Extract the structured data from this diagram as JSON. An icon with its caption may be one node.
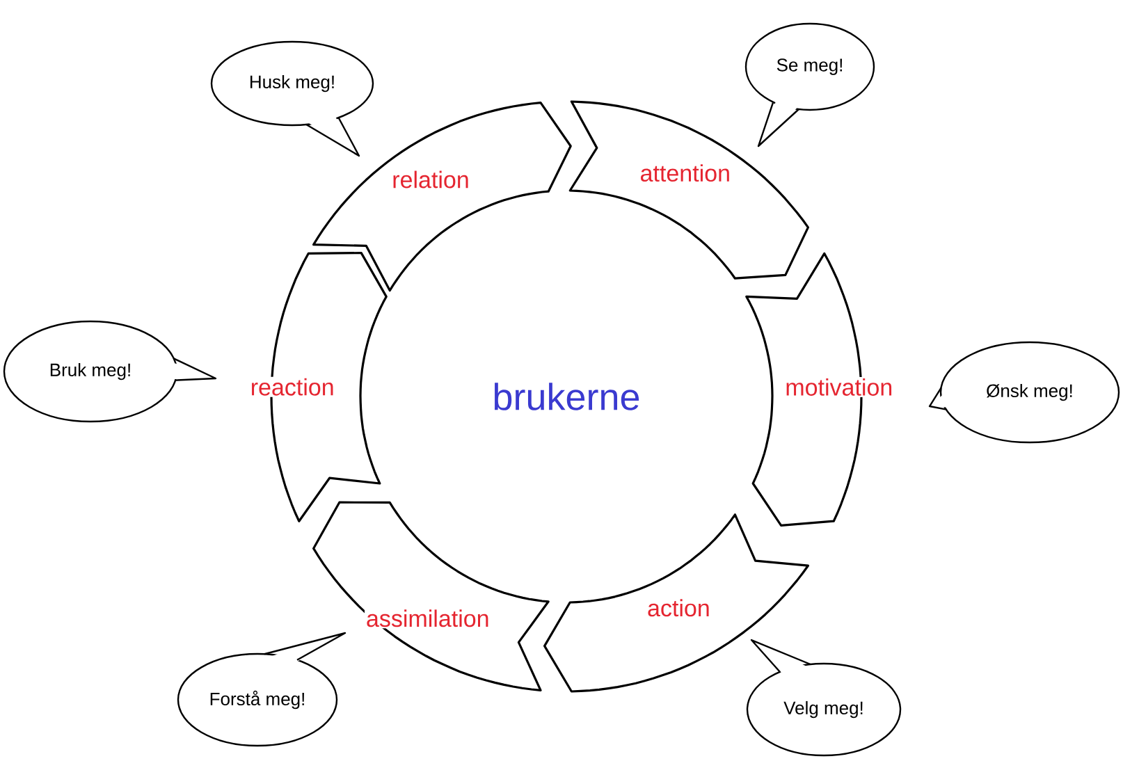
{
  "diagram": {
    "nodes": [
      {
        "text": [
          "relation"
        ]
      },
      {
        "text": [
          "attention"
        ]
      },
      {
        "text": [
          "motivation"
        ]
      },
      {
        "text": [
          "action"
        ]
      },
      {
        "text": [
          "assimilation"
        ]
      },
      {
        "text": [
          "reaction"
        ]
      },
      {
        "text": [
          "Husk meg!"
        ]
      },
      {
        "text": [
          "Se meg!"
        ]
      },
      {
        "text": [
          "Ønsk meg!"
        ]
      },
      {
        "text": [
          "Velg meg!"
        ]
      },
      {
        "text": [
          "Forstå meg!"
        ]
      },
      {
        "text": [
          "Bruk meg!"
        ]
      }
    ],
    "labels": [
      "brukerne"
    ]
  }
}
